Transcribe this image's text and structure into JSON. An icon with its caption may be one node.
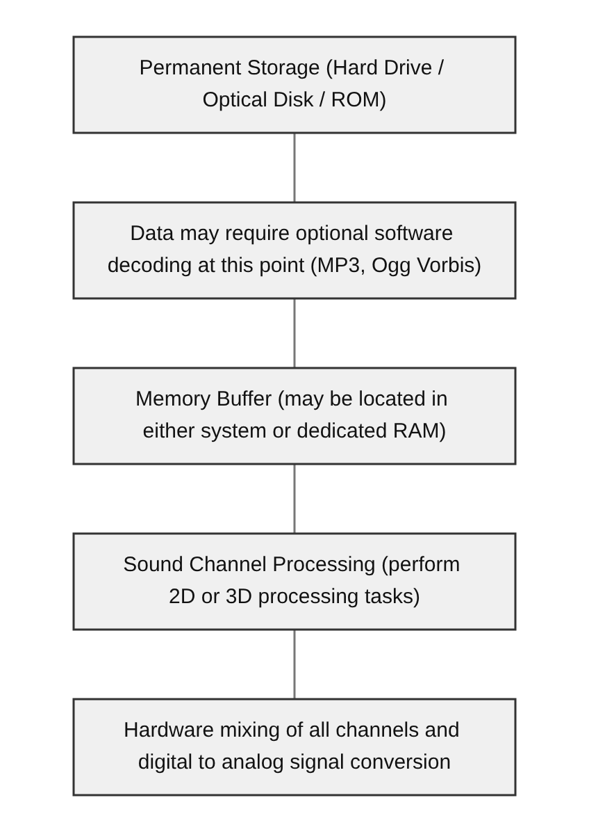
{
  "diagram": {
    "nodes": [
      {
        "text": [
          "Permanent Storage (Hard Drive / Optical Disk / ROM)"
        ]
      },
      {
        "text": [
          "Data may require optional software decoding at this point (MP3, Ogg Vorbis)"
        ]
      },
      {
        "text": [
          "Memory Buffer (may be located in either system or dedicated RAM)"
        ]
      },
      {
        "text": [
          "Sound Channel Processing (perform 2D or 3D processing tasks)"
        ]
      },
      {
        "text": [
          "Hardware mixing of all channels and digital to analog signal conversion"
        ]
      }
    ],
    "edges": [
      {
        "from": 0,
        "to": 1,
        "arrow": "none"
      },
      {
        "from": 1,
        "to": 2,
        "arrow": "none"
      },
      {
        "from": 2,
        "to": 3,
        "arrow": "none"
      },
      {
        "from": 3,
        "to": 4,
        "arrow": "none"
      }
    ]
  }
}
